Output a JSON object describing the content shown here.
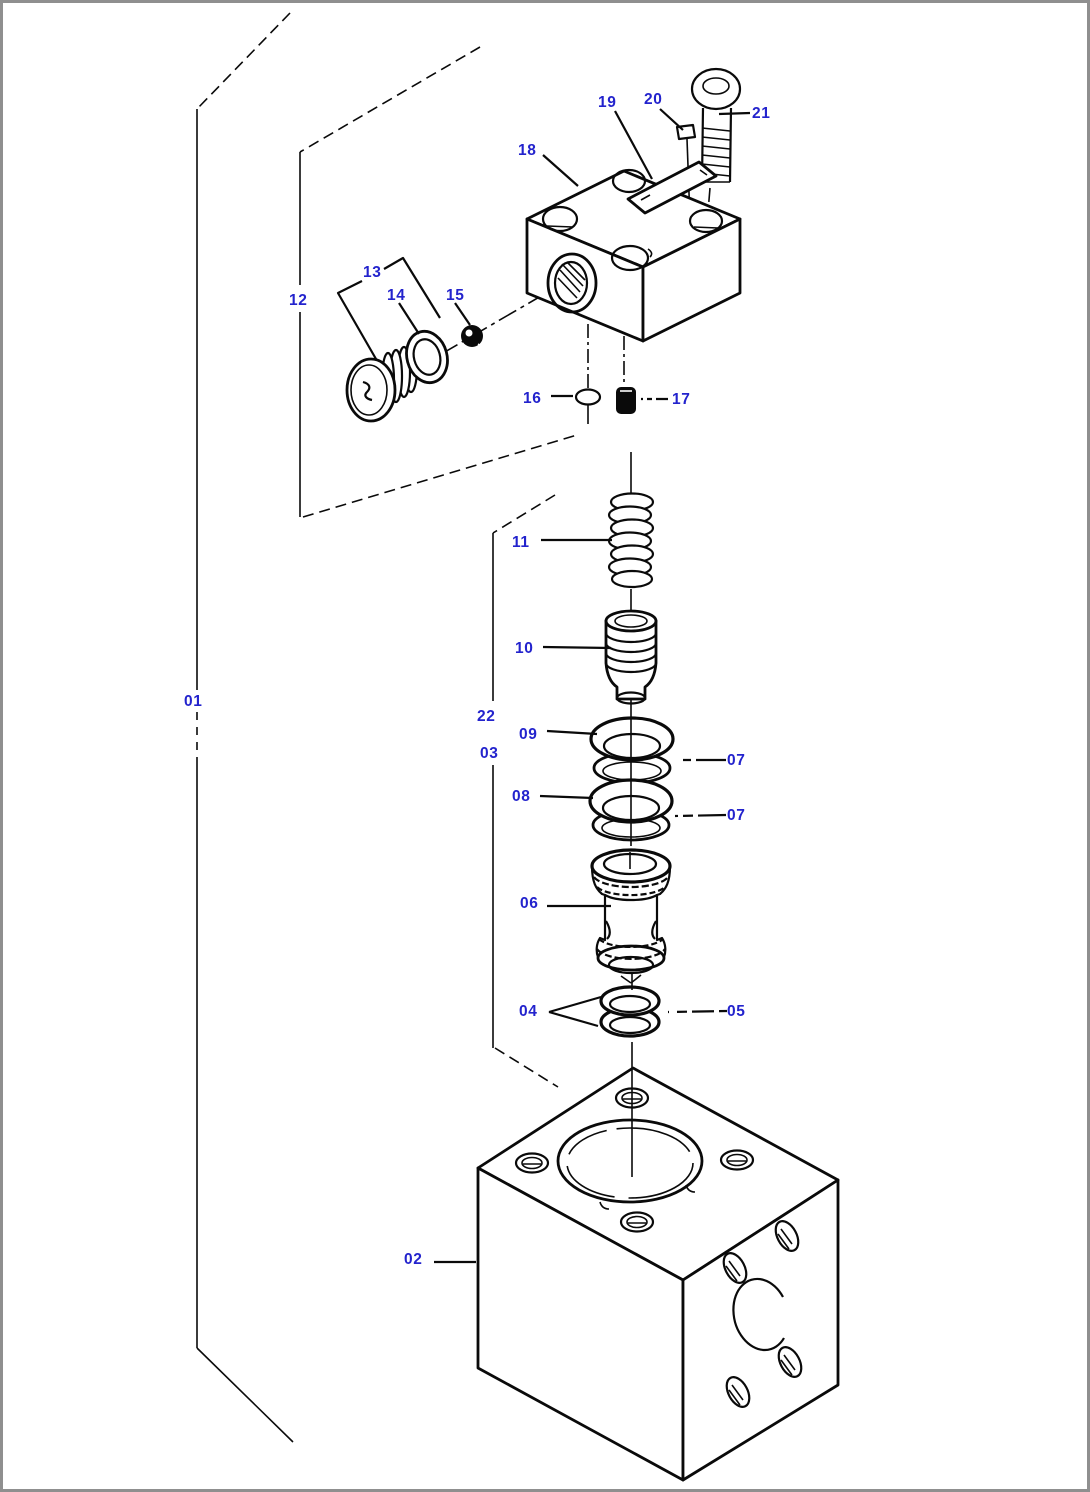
{
  "diagram": {
    "type": "exploded-parts-diagram",
    "label_color": "#2323cd",
    "line_color": "#0a0a0a",
    "frame_color": "#8f8f8f",
    "background_color": "#ffffff",
    "callouts": {
      "c01": "01",
      "c02": "02",
      "c03": "03",
      "c04": "04",
      "c05": "05",
      "c06": "06",
      "c07a": "07",
      "c07b": "07",
      "c08": "08",
      "c09": "09",
      "c10": "10",
      "c11": "11",
      "c12": "12",
      "c13": "13",
      "c14": "14",
      "c15": "15",
      "c16": "16",
      "c17": "17",
      "c18": "18",
      "c19": "19",
      "c20": "20",
      "c21": "21",
      "c22": "22"
    }
  }
}
